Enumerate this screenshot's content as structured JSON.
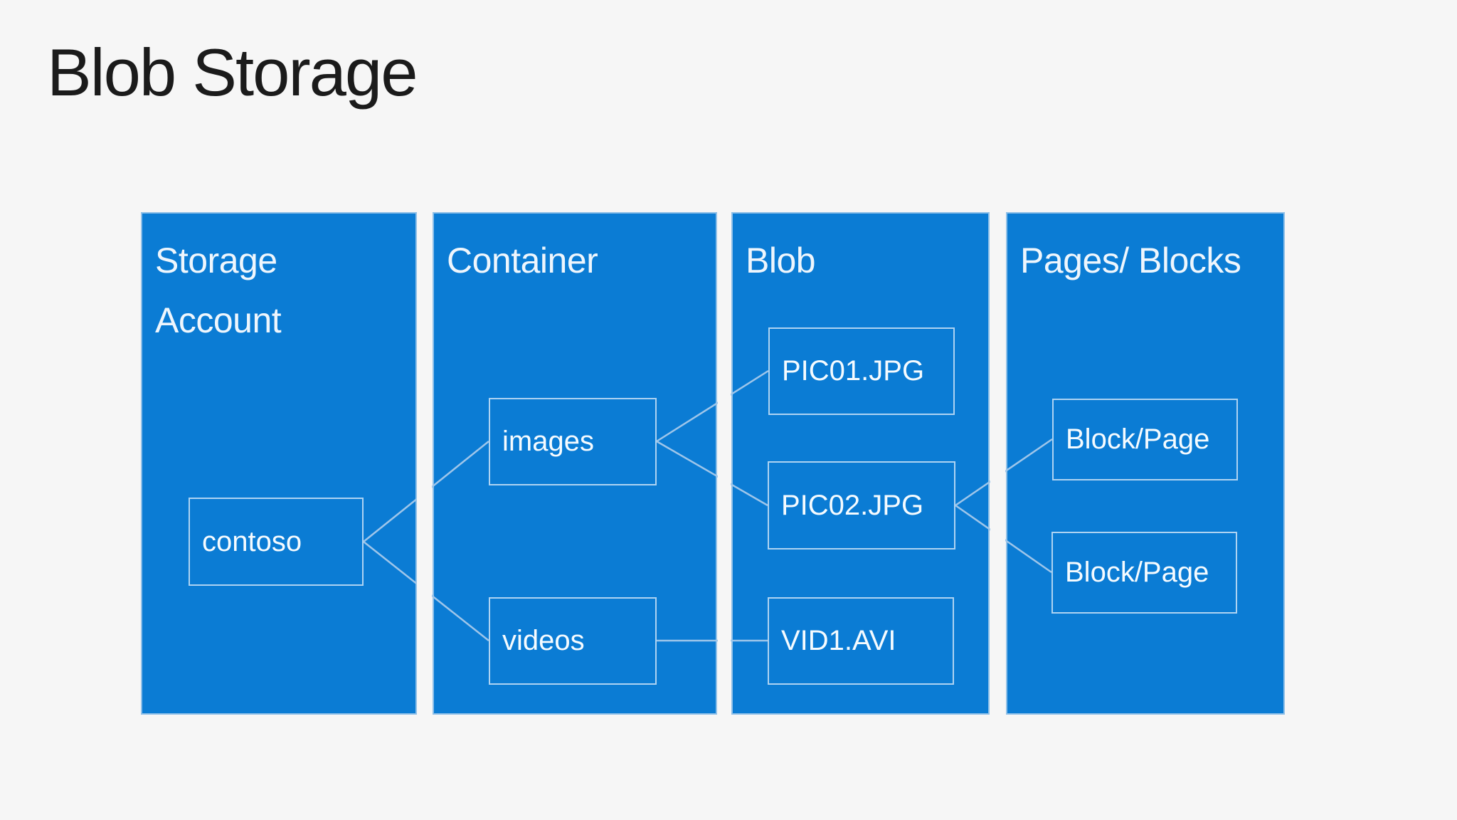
{
  "page": {
    "title": "Blob Storage",
    "background_color": "#f6f6f6",
    "title_color": "#1b1b1b"
  },
  "colors": {
    "column_fill": "#0b7cd4",
    "column_border": "#8fc0e8",
    "node_border": "#aed3f2",
    "connector_line": "#9fc6ea",
    "column_title_text": "#eef6fd",
    "node_label_text": "#f5fbff"
  },
  "diagram": {
    "columns": [
      {
        "id": "storage-account",
        "title": "Storage Account"
      },
      {
        "id": "container",
        "title": "Container"
      },
      {
        "id": "blob",
        "title": "Blob"
      },
      {
        "id": "pages-blocks",
        "title": "Pages/ Blocks"
      }
    ],
    "nodes": [
      {
        "id": "contoso",
        "column": "storage-account",
        "label": "contoso"
      },
      {
        "id": "images",
        "column": "container",
        "label": "images"
      },
      {
        "id": "videos",
        "column": "container",
        "label": "videos"
      },
      {
        "id": "pic01",
        "column": "blob",
        "label": "PIC01.JPG"
      },
      {
        "id": "pic02",
        "column": "blob",
        "label": "PIC02.JPG"
      },
      {
        "id": "vid1",
        "column": "blob",
        "label": "VID1.AVI"
      },
      {
        "id": "block-page-1",
        "column": "pages-blocks",
        "label": "Block/Page"
      },
      {
        "id": "block-page-2",
        "column": "pages-blocks",
        "label": "Block/Page"
      }
    ],
    "connections": [
      {
        "from": "contoso",
        "to": "images"
      },
      {
        "from": "contoso",
        "to": "videos"
      },
      {
        "from": "images",
        "to": "pic01"
      },
      {
        "from": "images",
        "to": "pic02"
      },
      {
        "from": "videos",
        "to": "vid1"
      },
      {
        "from": "pic02",
        "to": "block-page-1"
      },
      {
        "from": "pic02",
        "to": "block-page-2"
      }
    ]
  }
}
